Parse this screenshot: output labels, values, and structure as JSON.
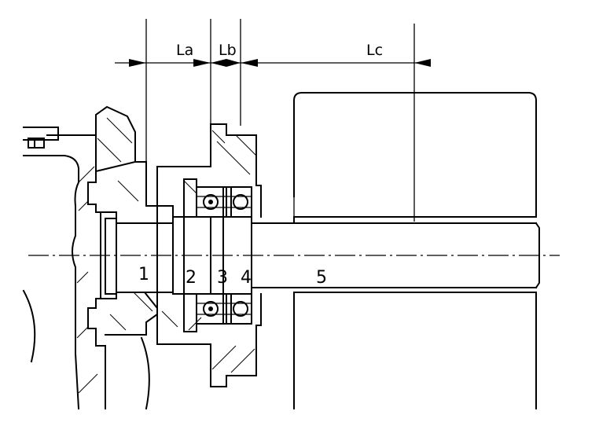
{
  "dimensions": [
    {
      "id": "la",
      "label": "La"
    },
    {
      "id": "lb",
      "label": "Lb"
    },
    {
      "id": "lc",
      "label": "Lc"
    }
  ],
  "parts": [
    {
      "id": "1",
      "label": "1"
    },
    {
      "id": "2",
      "label": "2"
    },
    {
      "id": "3",
      "label": "3"
    },
    {
      "id": "4",
      "label": "4"
    },
    {
      "id": "5",
      "label": "5"
    }
  ]
}
